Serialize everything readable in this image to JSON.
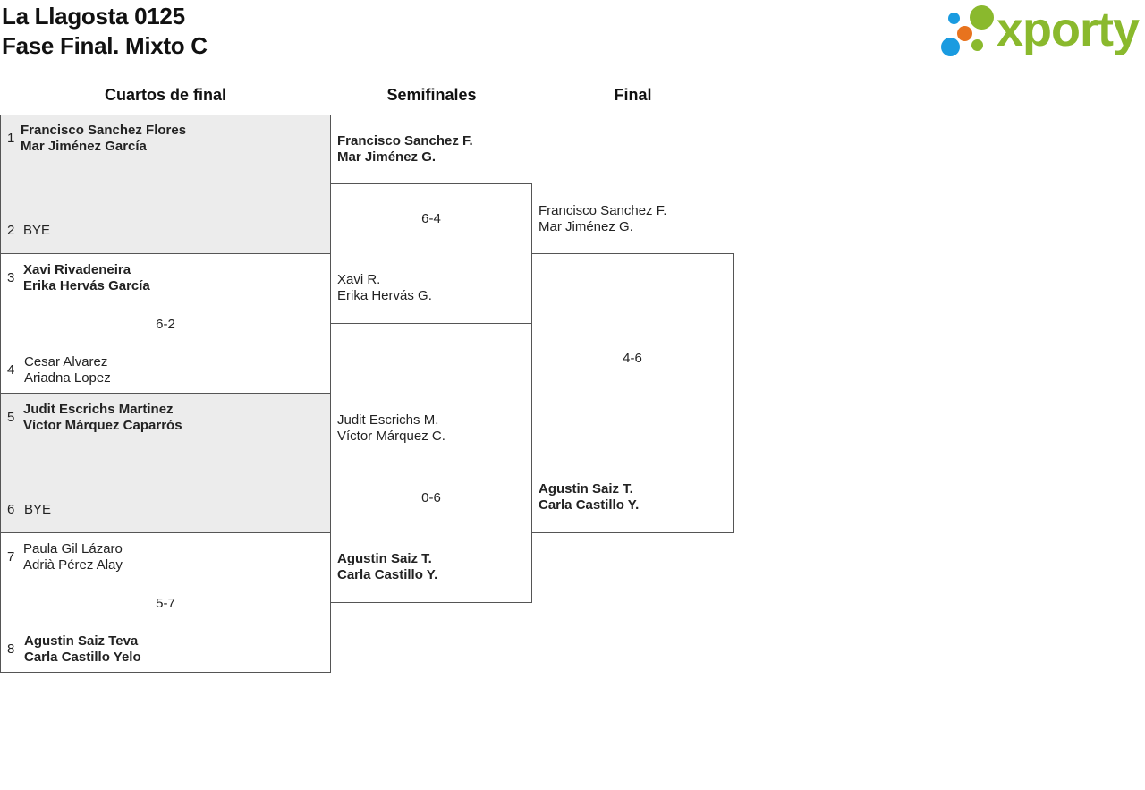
{
  "header": {
    "title_line1": "La Llagosta 0125",
    "title_line2": "Fase Final. Mixto C",
    "logo_text": "xporty",
    "logo_colors": {
      "blue": "#1a9be0",
      "green": "#8ab92d",
      "orange": "#e8731e"
    }
  },
  "columns": {
    "quarter": "Cuartos de final",
    "semi": "Semifinales",
    "final": "Final"
  },
  "quarterfinals": [
    {
      "seed_a": "1",
      "a1": "Francisco Sanchez Flores",
      "a2": "Mar Jiménez García",
      "seed_b": "2",
      "b1": "BYE",
      "b2": "",
      "score": ""
    },
    {
      "seed_a": "3",
      "a1": "Xavi Rivadeneira",
      "a2": "Erika Hervás García",
      "seed_b": "4",
      "b1": "Cesar Alvarez",
      "b2": "Ariadna Lopez",
      "score": "6-2"
    },
    {
      "seed_a": "5",
      "a1": "Judit Escrichs Martinez",
      "a2": "Víctor Márquez Caparrós",
      "seed_b": "6",
      "b1": "BYE",
      "b2": "",
      "score": ""
    },
    {
      "seed_a": "7",
      "a1": "Paula Gil Lázaro",
      "a2": "Adrià Pérez Alay",
      "seed_b": "8",
      "b1": "Agustin Saiz Teva",
      "b2": "Carla Castillo Yelo",
      "score": "5-7"
    }
  ],
  "semifinals": [
    {
      "a1": "Francisco Sanchez F.",
      "a2": "Mar Jiménez G.",
      "b1": "Xavi R.",
      "b2": "Erika Hervás G.",
      "score": "6-4"
    },
    {
      "a1": "Judit Escrichs M.",
      "a2": "Víctor Márquez C.",
      "b1": "Agustin Saiz T.",
      "b2": "Carla Castillo Y.",
      "score": "0-6"
    }
  ],
  "final": {
    "a1": "Francisco Sanchez F.",
    "a2": "Mar Jiménez G.",
    "b1": "Agustin Saiz T.",
    "b2": "Carla Castillo Y.",
    "score": "4-6"
  }
}
